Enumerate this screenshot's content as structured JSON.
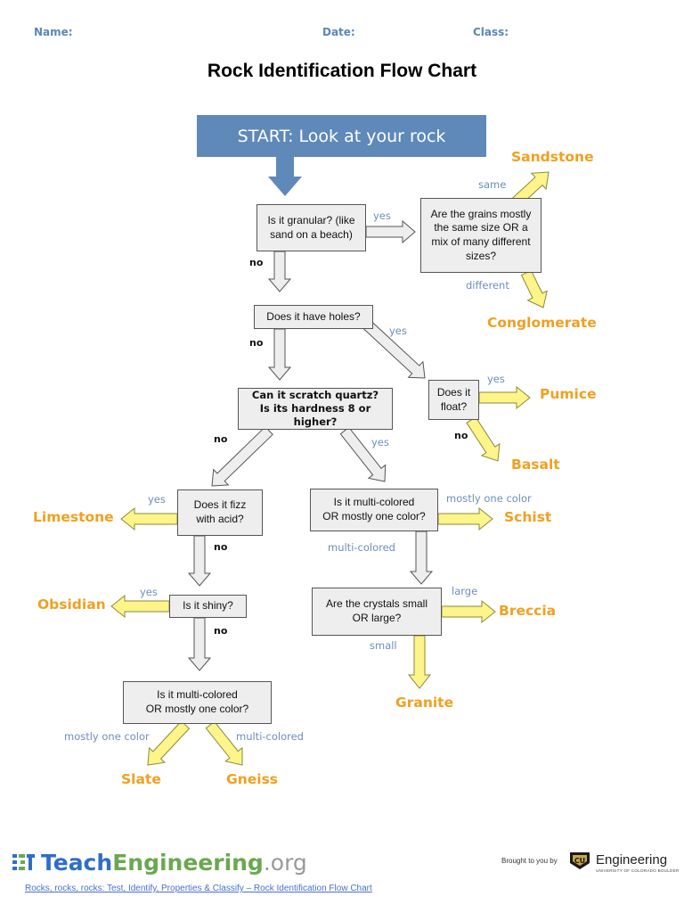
{
  "header": {
    "name_label": "Name:",
    "date_label": "Date:",
    "class_label": "Class:"
  },
  "title": "Rock Identification Flow Chart",
  "start": "START: Look at your rock",
  "questions": {
    "granular": "Is it granular? (like\nsand on a beach)",
    "grains": "Are the grains mostly\nthe same size OR a\nmix of many different\nsizes?",
    "holes": "Does it have holes?",
    "float": "Does it\nfloat?",
    "scratch": "Can it scratch quartz?\nIs its hardness 8 or higher?",
    "fizz": "Does it fizz\nwith acid?",
    "shiny": "Is it shiny?",
    "multicolor_left": "Is it multi-colored\nOR mostly one color?",
    "multicolor_right": "Is it multi-colored\nOR mostly one color?",
    "crystals": "Are the crystals small\nOR large?"
  },
  "labels": {
    "yes": "yes",
    "no": "no",
    "same": "same",
    "different": "different",
    "mostly_one_color": "mostly one color",
    "multi_colored": "multi-colored",
    "large": "large",
    "small": "small"
  },
  "results": {
    "sandstone": "Sandstone",
    "conglomerate": "Conglomerate",
    "pumice": "Pumice",
    "basalt": "Basalt",
    "limestone": "Limestone",
    "obsidian": "Obsidian",
    "schist": "Schist",
    "breccia": "Breccia",
    "granite": "Granite",
    "slate": "Slate",
    "gneiss": "Gneiss"
  },
  "footer": {
    "logo_part1": "Teach",
    "logo_part2": "Engineering",
    "logo_part3": ".org",
    "brought_by": "Brought to you by",
    "engineering": "Engineering",
    "university": "UNIVERSITY OF COLORADO BOULDER",
    "link": "Rocks, rocks, rocks: Test, Identify, Properties & Classify – Rock Identification Flow Chart"
  },
  "colors": {
    "start_fill": "#5e89b9",
    "start_arrow": "#5e89b9",
    "label_blue": "#6a8fbd",
    "result_orange": "#f0a020",
    "yellow_arrow": "#fdf48a",
    "yellow_arrow_stroke": "#8a8a3a",
    "gray_arrow": "#eeeeee",
    "gray_arrow_stroke": "#555555",
    "logo_blue": "#2f6ec8",
    "logo_green": "#6aa84f",
    "logo_gray": "#999999"
  }
}
